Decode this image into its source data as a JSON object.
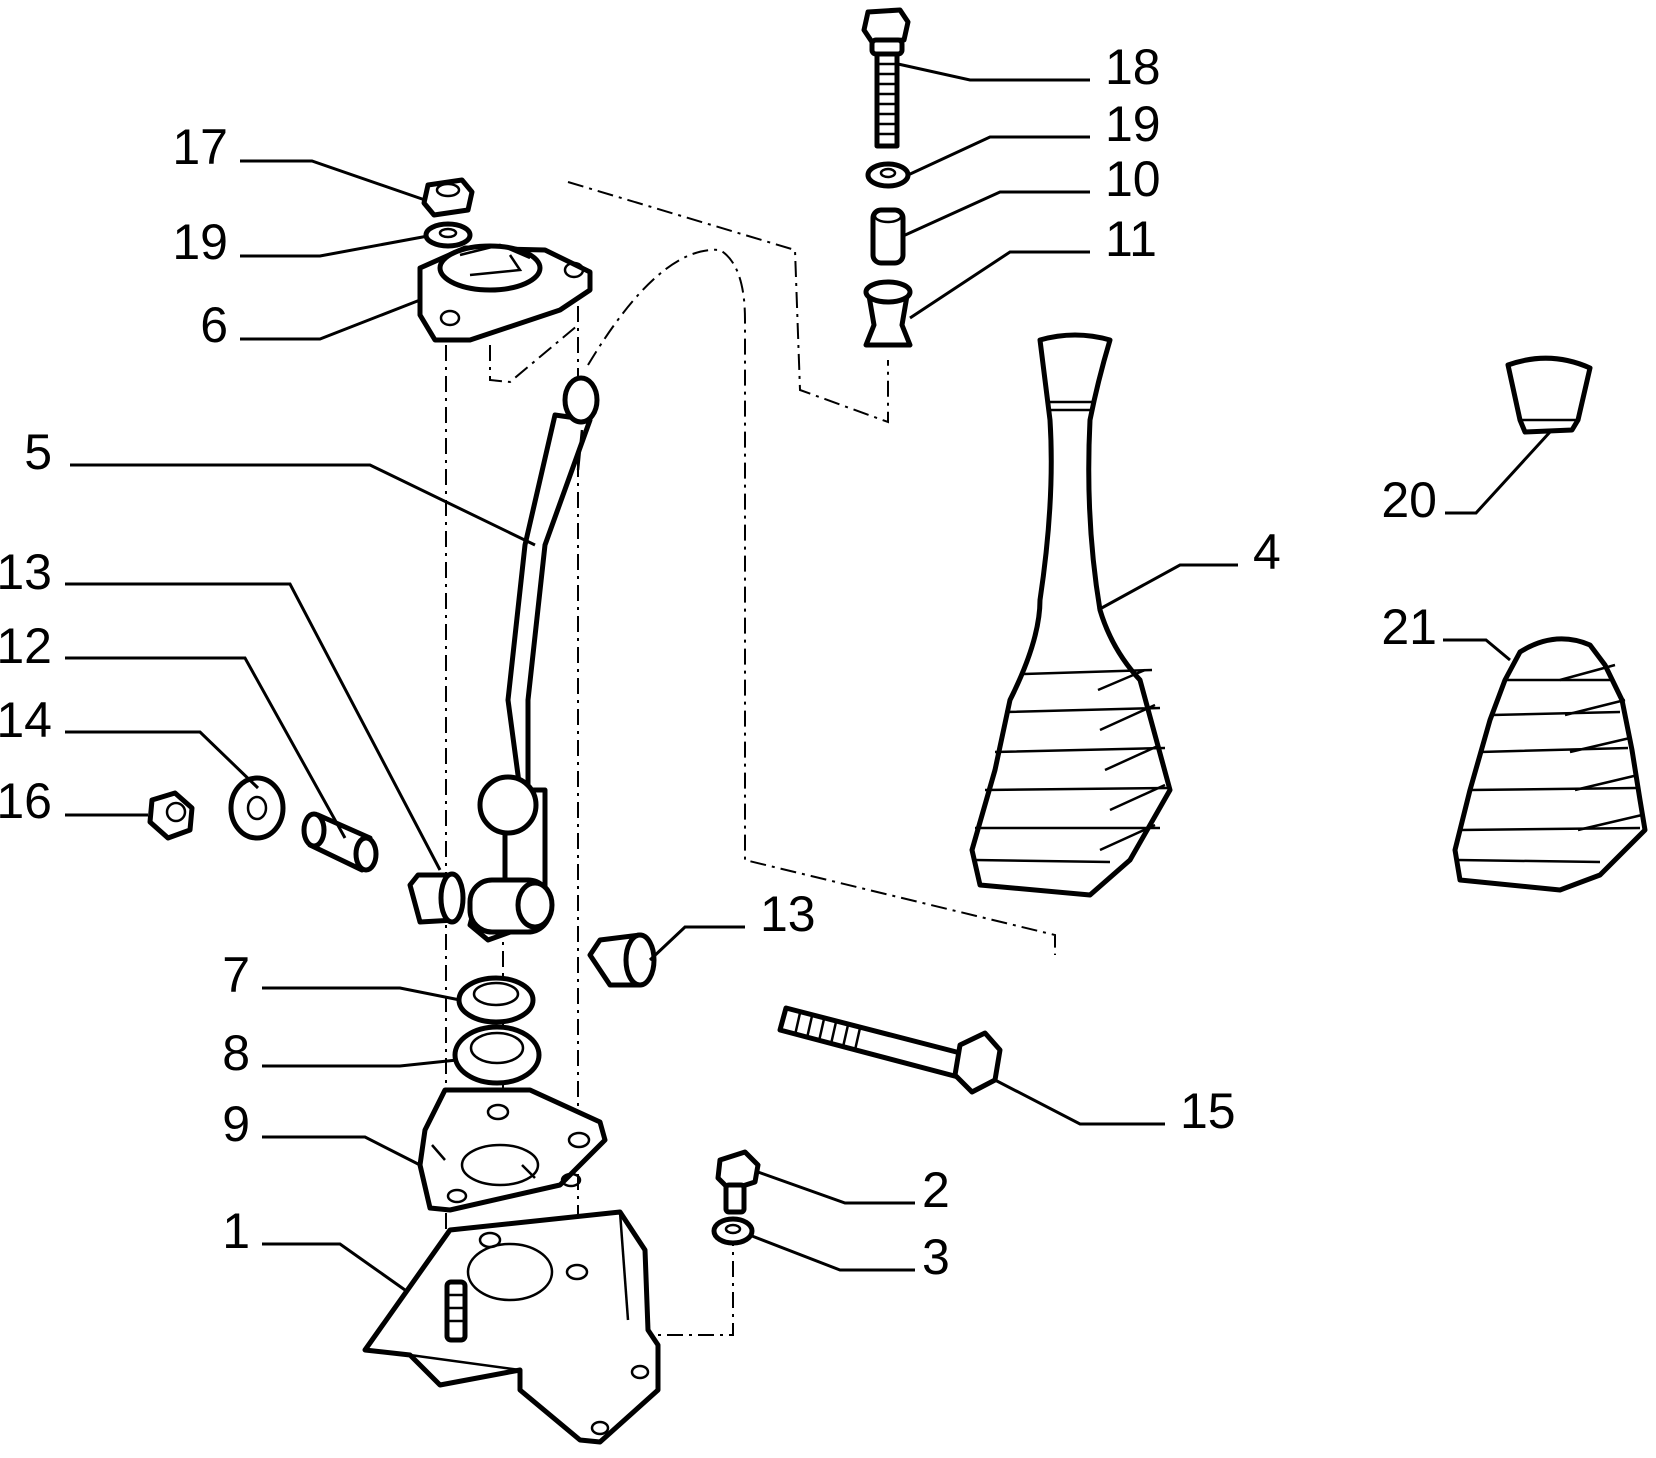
{
  "callouts": [
    {
      "id": "c17",
      "text": "17"
    },
    {
      "id": "c19a",
      "text": "19"
    },
    {
      "id": "c6",
      "text": "6"
    },
    {
      "id": "c5",
      "text": "5"
    },
    {
      "id": "c13a",
      "text": "13"
    },
    {
      "id": "c12",
      "text": "12"
    },
    {
      "id": "c14",
      "text": "14"
    },
    {
      "id": "c16",
      "text": "16"
    },
    {
      "id": "c7",
      "text": "7"
    },
    {
      "id": "c8",
      "text": "8"
    },
    {
      "id": "c9",
      "text": "9"
    },
    {
      "id": "c1",
      "text": "1"
    },
    {
      "id": "c18",
      "text": "18"
    },
    {
      "id": "c19b",
      "text": "19"
    },
    {
      "id": "c10",
      "text": "10"
    },
    {
      "id": "c11",
      "text": "11"
    },
    {
      "id": "c4",
      "text": "4"
    },
    {
      "id": "c20",
      "text": "20"
    },
    {
      "id": "c21",
      "text": "21"
    },
    {
      "id": "c13b",
      "text": "13"
    },
    {
      "id": "c15",
      "text": "15"
    },
    {
      "id": "c2",
      "text": "2"
    },
    {
      "id": "c3",
      "text": "3"
    }
  ]
}
